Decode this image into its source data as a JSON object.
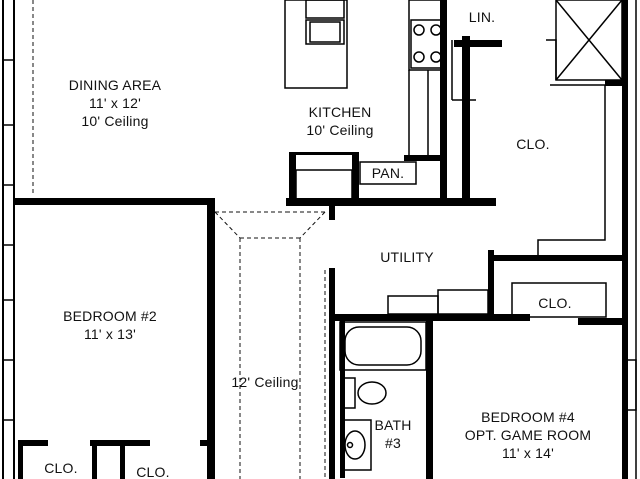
{
  "rooms": {
    "dining": {
      "name": "DINING AREA",
      "size": "11' x 12'",
      "ceiling": "10' Ceiling"
    },
    "kitchen": {
      "name": "KITCHEN",
      "ceiling": "10' Ceiling"
    },
    "linen": {
      "name": "LIN."
    },
    "closet_master": {
      "name": "CLO."
    },
    "pantry": {
      "name": "PAN."
    },
    "utility": {
      "name": "UTILITY"
    },
    "bedroom2": {
      "name": "BEDROOM #2",
      "size": "11' x 13'"
    },
    "hall": {
      "ceiling": "12' Ceiling"
    },
    "closet_bed4": {
      "name": "CLO."
    },
    "bath3": {
      "name": "BATH",
      "number": "#3"
    },
    "bedroom4": {
      "name": "BEDROOM #4",
      "subtitle": "OPT. GAME ROOM",
      "size": "11' x 14'"
    },
    "closet_bed2_left": {
      "name": "CLO."
    },
    "closet_bed2_right": {
      "name": "CLO."
    }
  },
  "colors": {
    "wall": "#000000",
    "line": "#111111",
    "background": "#ffffff"
  }
}
